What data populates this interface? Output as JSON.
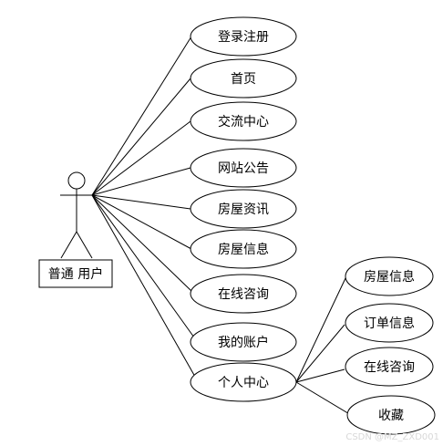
{
  "actor": {
    "label": "普通 用户"
  },
  "use_cases": [
    {
      "id": "login",
      "label": "登录注册"
    },
    {
      "id": "home",
      "label": "首页"
    },
    {
      "id": "forum",
      "label": "交流中心"
    },
    {
      "id": "notice",
      "label": "网站公告"
    },
    {
      "id": "news",
      "label": "房屋资讯"
    },
    {
      "id": "house",
      "label": "房屋信息"
    },
    {
      "id": "consult",
      "label": "在线咨询"
    },
    {
      "id": "account",
      "label": "我的账户"
    },
    {
      "id": "personal",
      "label": "个人中心"
    }
  ],
  "sub_use_cases": [
    {
      "id": "sub-house",
      "label": "房屋信息"
    },
    {
      "id": "sub-order",
      "label": "订单信息"
    },
    {
      "id": "sub-consult",
      "label": "在线咨询"
    },
    {
      "id": "sub-favorite",
      "label": "收藏"
    }
  ],
  "watermark": "CSDN @MZ_ZXD001"
}
